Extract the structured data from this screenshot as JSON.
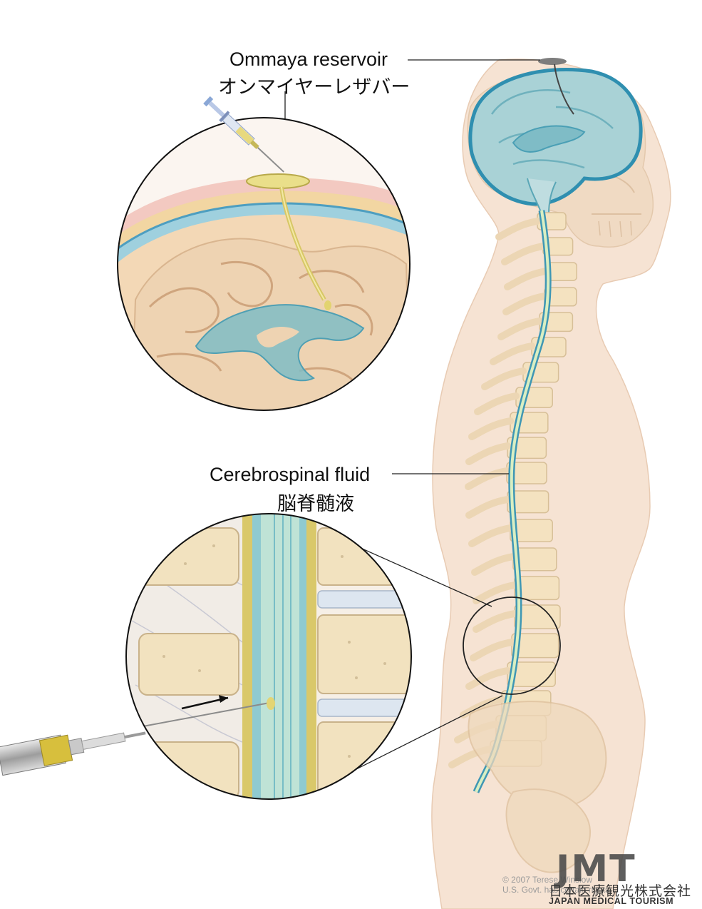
{
  "labels": {
    "ommaya_en": "Ommaya reservoir",
    "ommaya_jp": "オンマイヤーレザバー",
    "csf_en": "Cerebrospinal fluid",
    "csf_jp": "脳脊髄液"
  },
  "credit": {
    "line1": "© 2007 Terese Winslow",
    "line2": "U.S. Govt. has certain rights"
  },
  "logo": {
    "mark": "JMT",
    "jp": "日本医療観光株式会社",
    "en": "JAPAN MEDICAL TOURISM"
  },
  "colors": {
    "skin": "#f6e3d3",
    "bone": "#f4e2c0",
    "csf": "#7fc1c8",
    "csf_dark": "#3f97b4",
    "brain": "#eed3b2",
    "reservoir": "#eadf8a"
  }
}
